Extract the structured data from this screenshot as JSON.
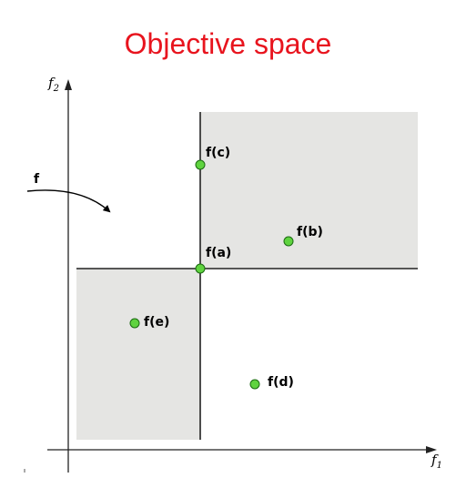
{
  "title": "Objective space",
  "axes": {
    "x_label": "f",
    "x_sub": "1",
    "y_label": "f",
    "y_sub": "2"
  },
  "mapping_label": "f",
  "points": {
    "a": {
      "label": "f(a)"
    },
    "b": {
      "label": "f(b)"
    },
    "c": {
      "label": "f(c)"
    },
    "d": {
      "label": "f(d)"
    },
    "e": {
      "label": "f(e)"
    }
  },
  "colors": {
    "title": "#e8141e",
    "region_fill": "#e5e5e3",
    "point_fill": "#5fd33f",
    "point_stroke": "#1b6b12"
  }
}
